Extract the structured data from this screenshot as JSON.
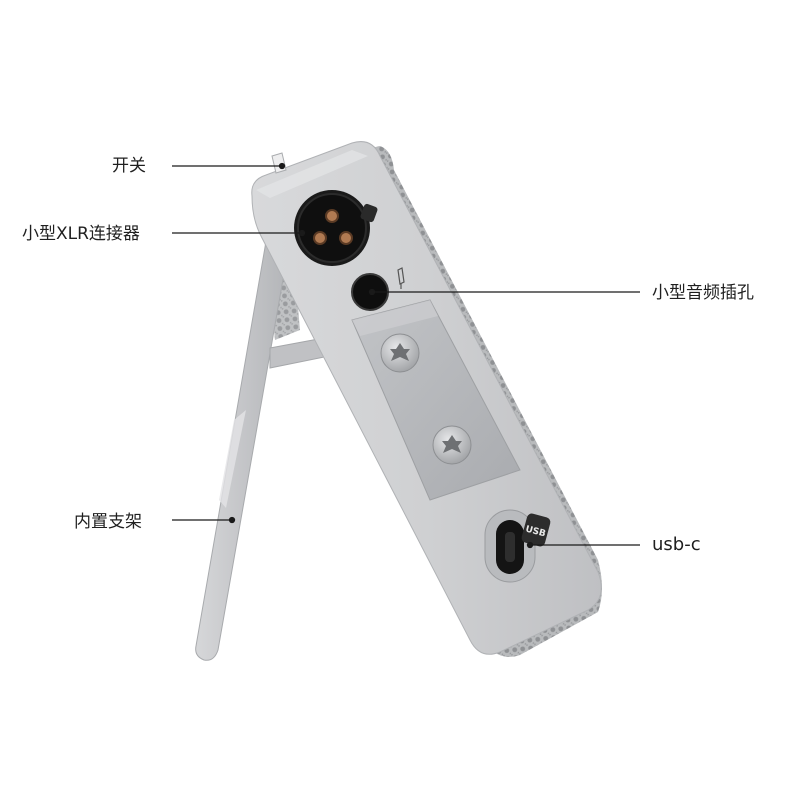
{
  "callouts": {
    "power_switch": "开关",
    "mini_xlr": "小型XLR连接器",
    "mini_audio_jack": "小型音频插孔",
    "kickstand": "内置支架",
    "usb_c": "usb-c"
  },
  "device": {
    "usb_badge": "USB"
  },
  "colors": {
    "body_silver": "#c9cacc",
    "plate_gray": "#b4b6b9",
    "mesh_gray": "#a9abad",
    "leader_line": "#1a1a1a",
    "port_black": "#141414",
    "xlr_pin_copper": "#b07a52"
  }
}
